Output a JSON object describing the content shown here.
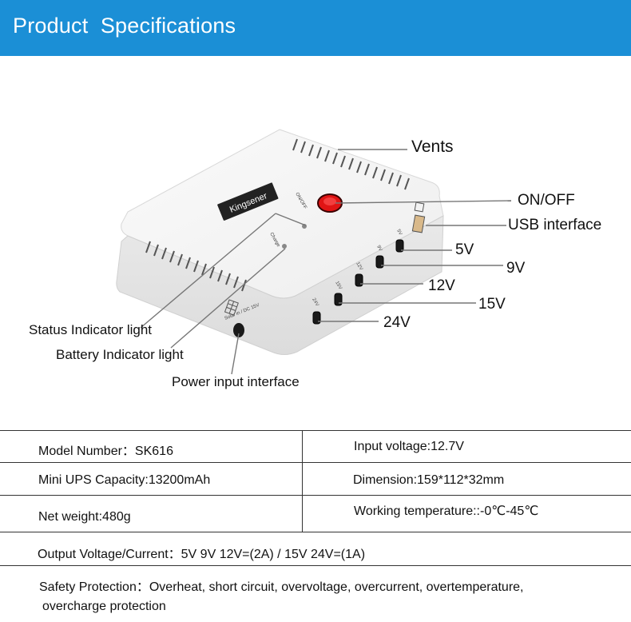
{
  "header": {
    "title": "Product  Specifications"
  },
  "callouts": {
    "vents": "Vents",
    "on_off": "ON/OFF",
    "usb": "USB interface",
    "v5": "5V",
    "v9": "9V",
    "v12": "12V",
    "v15": "15V",
    "v24": "24V",
    "status_light": "Status Indicator light",
    "battery_light": "Battery Indicator light",
    "power_input": "Power input interface"
  },
  "device": {
    "brand": "Kingsener",
    "switch_label": "ON/OFF",
    "charge_label": "Charge",
    "port_labels": [
      "24V",
      "15V",
      "12V",
      "9V",
      "5V"
    ],
    "input_label": "Solar in / DC 15V"
  },
  "specs": {
    "model": "Model Number：SK616",
    "input_voltage": "Input voltage:12.7V",
    "capacity": "Mini UPS Capacity:13200mAh",
    "dimension": "Dimension:159*112*32mm",
    "weight": "Net weight:480g",
    "temperature": "Working temperature::-0℃-45℃",
    "output": "Output Voltage/Current：5V 9V 12V=(2A) / 15V 24V=(1A)",
    "safety_line1": "Safety Protection：Overheat, short circuit, overvoltage, overcurrent, overtemperature,",
    "safety_line2": "overcharge protection"
  },
  "colors": {
    "header_bg": "#1b8fd6",
    "switch_red": "#e01414"
  }
}
